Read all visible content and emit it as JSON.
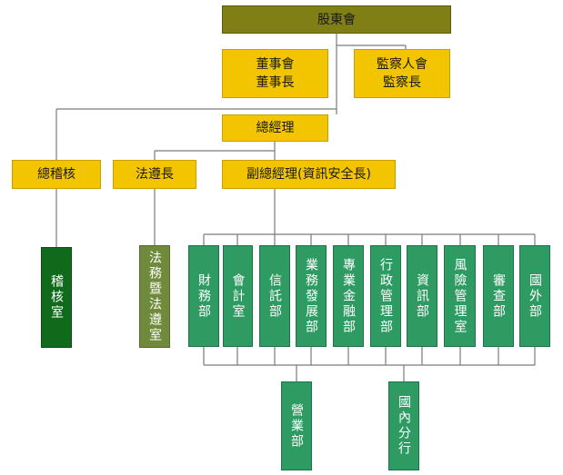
{
  "shareholders": "股東會",
  "board": {
    "line1": "董事會",
    "line2": "董事長"
  },
  "supervisor": {
    "line1": "監察人會",
    "line2": "監察長"
  },
  "gm": "總經理",
  "chief_auditor": "總稽核",
  "compliance_head": "法遵長",
  "vp": "副總經理(資訊安全長)",
  "audit_office": "稽核室",
  "legal_office": "法務暨法遵室",
  "departments": [
    "財務部",
    "會計室",
    "信託部",
    "業務發展部",
    "專業金融部",
    "行政管理部",
    "資訊部",
    "風險管理室",
    "審查部",
    "國外部"
  ],
  "business_dept": "營業部",
  "domestic_branch": "國內分行"
}
